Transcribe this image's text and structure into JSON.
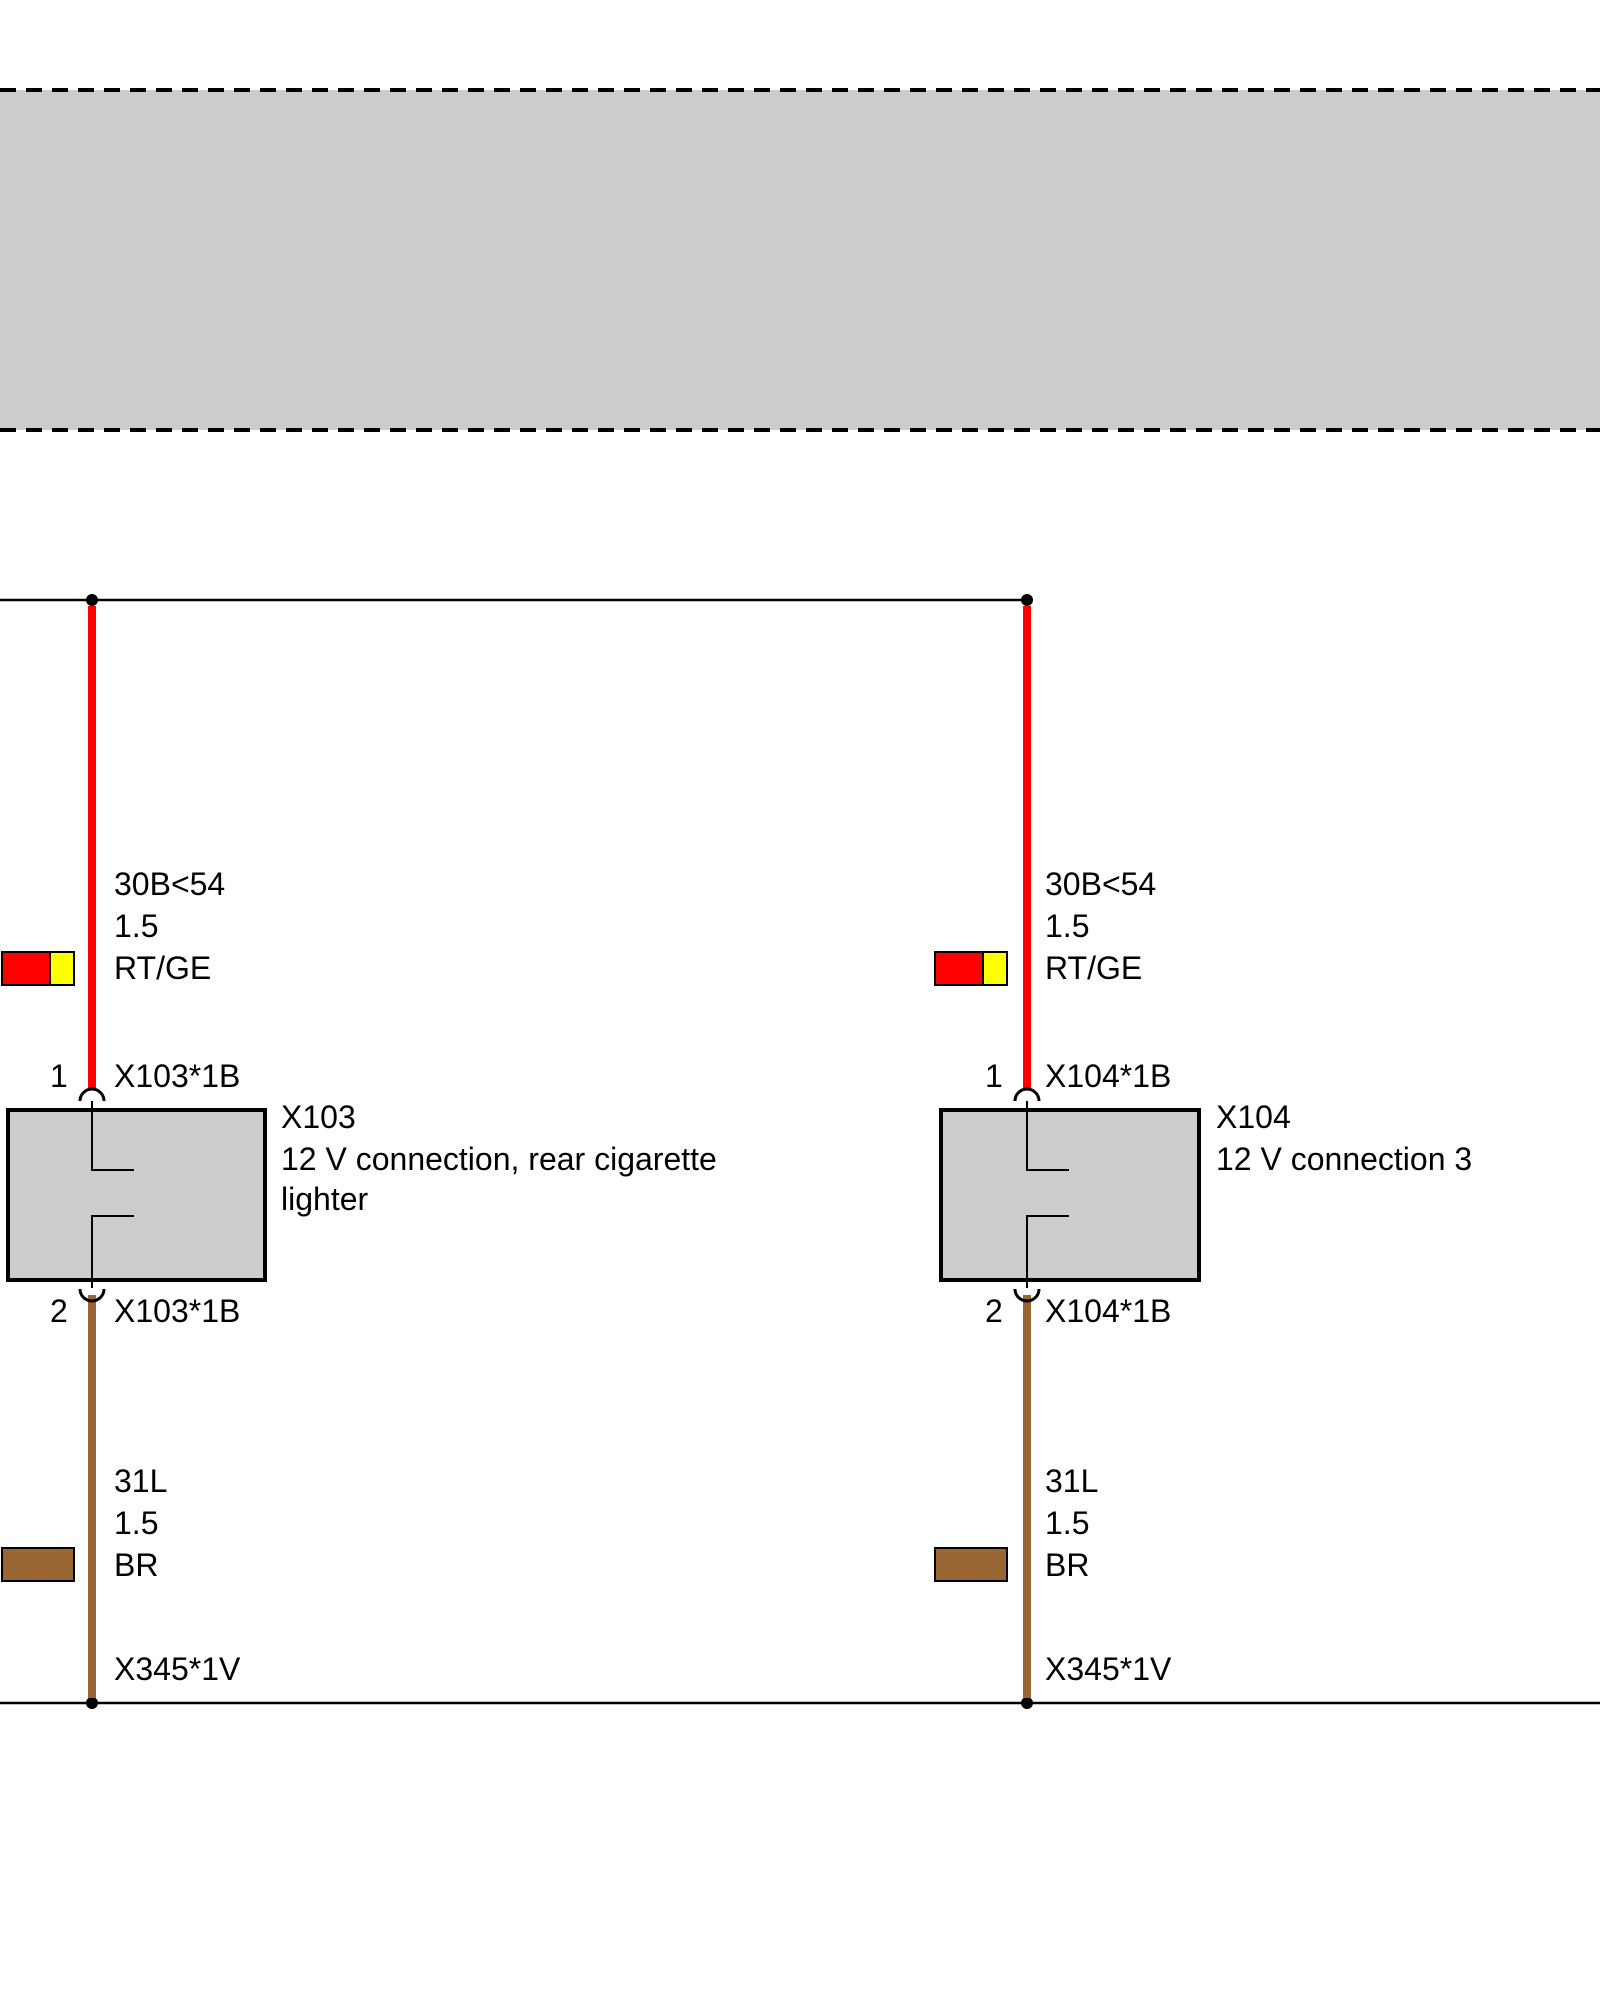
{
  "colors": {
    "red_wire": "#ff0000",
    "brown_wire": "#996633",
    "yellow": "#ffff00",
    "component_fill": "#cccccc",
    "module_fill": "#cccccc",
    "line": "#000000"
  },
  "components": [
    {
      "id": "X103",
      "name": "12 V connection, rear cigarette",
      "name_line2": "lighter",
      "pin_top": {
        "number": "1",
        "connector": "X103*1B"
      },
      "pin_bottom": {
        "number": "2",
        "connector": "X103*1B"
      },
      "supply_wire": {
        "signal": "30B<54",
        "size": "1.5",
        "color_code": "RT/GE"
      },
      "ground_wire": {
        "signal": "31L",
        "size": "1.5",
        "color_code": "BR"
      },
      "ground_connector": "X345*1V"
    },
    {
      "id": "X104",
      "name": "12 V connection 3",
      "name_line2": "",
      "pin_top": {
        "number": "1",
        "connector": "X104*1B"
      },
      "pin_bottom": {
        "number": "2",
        "connector": "X104*1B"
      },
      "supply_wire": {
        "signal": "30B<54",
        "size": "1.5",
        "color_code": "RT/GE"
      },
      "ground_wire": {
        "signal": "31L",
        "size": "1.5",
        "color_code": "BR"
      },
      "ground_connector": "X345*1V"
    }
  ]
}
